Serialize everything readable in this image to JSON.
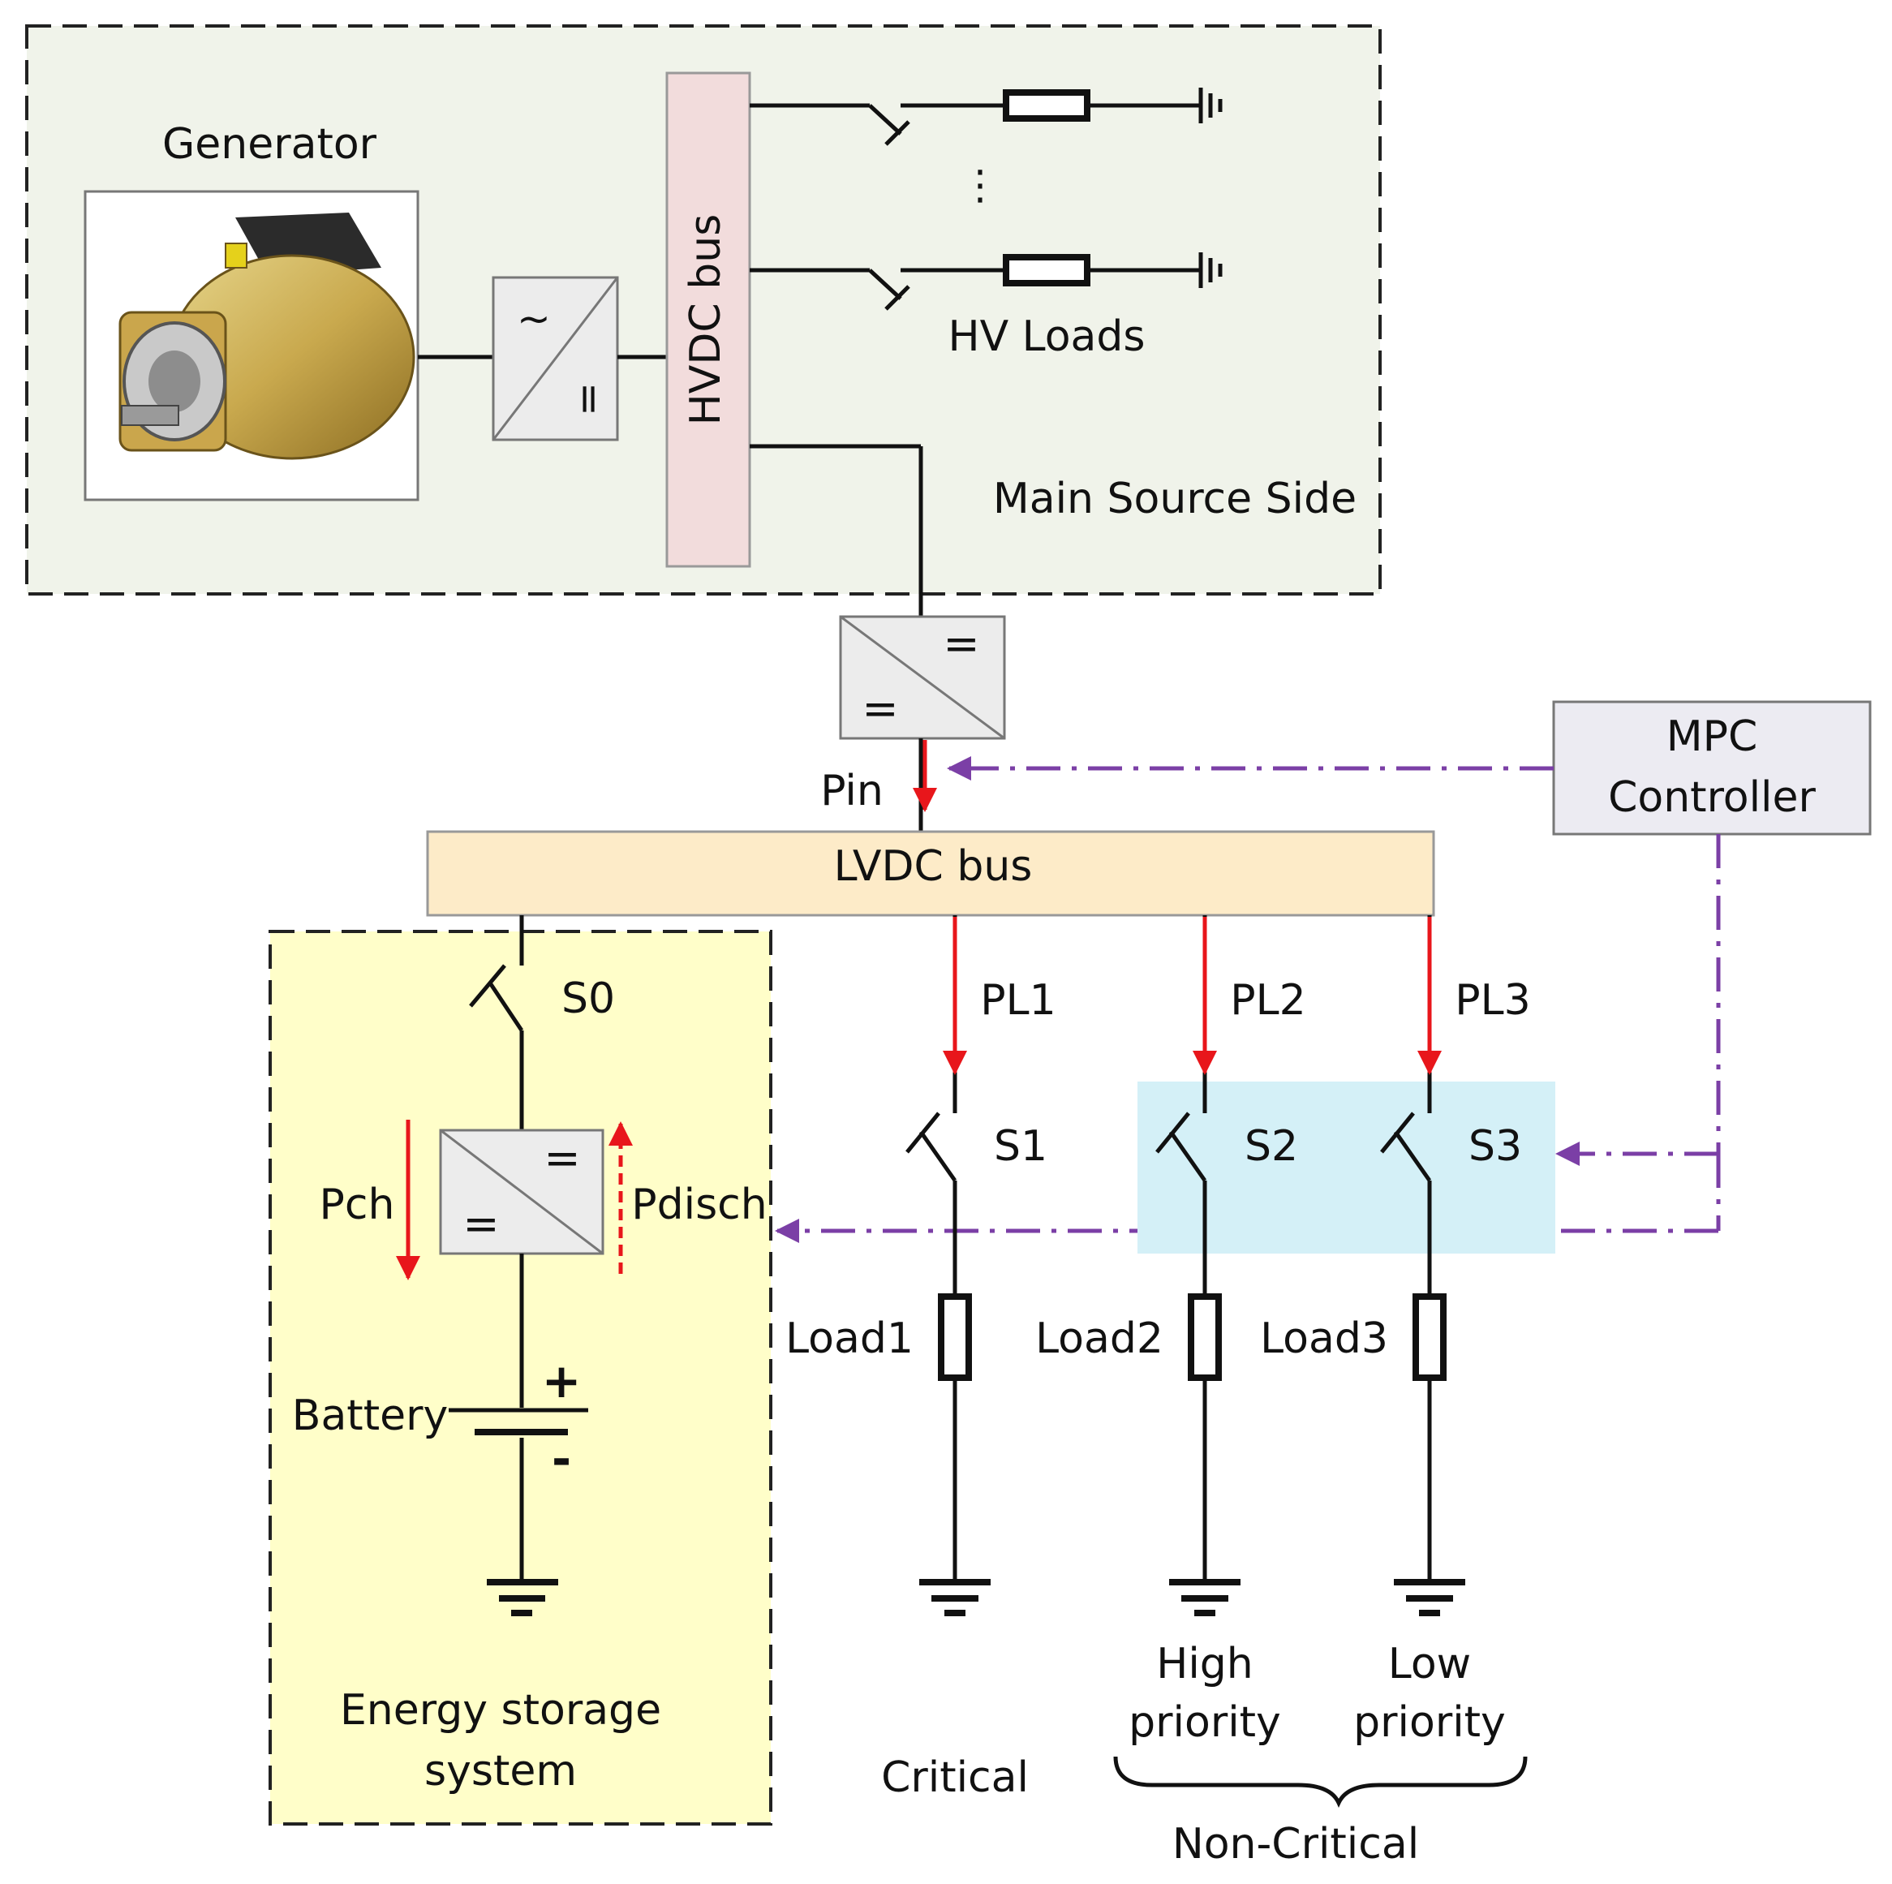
{
  "colors": {
    "main_source_bg": "#f0f3ea",
    "energy_storage_bg": "#fffec9",
    "hvdc_bus": "#f2dcdc",
    "lvdc_bus": "#fdebc8",
    "controlled_switch_zone": "#d4f0f7",
    "mpc_box": "#ecebf2",
    "power_flow_arrow": "#e8161b",
    "control_signal": "#7b3fa6"
  },
  "main_source": {
    "generator_label": "Generator",
    "hvdc_bus_label": "HVDC bus",
    "hv_loads_label": "HV Loads",
    "ellipsis": "⋮",
    "section_label": "Main Source Side",
    "rectifier_ac_symbol": "~",
    "rectifier_dc_symbol": "="
  },
  "dcdc_converter": {
    "in_symbol": "=",
    "out_symbol": "="
  },
  "pin_label": "Pin",
  "mpc": {
    "line1": "MPC",
    "line2": "Controller"
  },
  "lvdc_bus_label": "LVDC bus",
  "energy_storage": {
    "switch_label": "S0",
    "charge_label": "Pch",
    "discharge_label": "Pdisch",
    "converter_symbol_top": "=",
    "converter_symbol_bottom": "=",
    "battery_label": "Battery",
    "plus": "+",
    "minus": "-",
    "title_line1": "Energy storage",
    "title_line2": "system"
  },
  "branches": [
    {
      "power_label": "PL1",
      "switch_label": "S1",
      "load_label": "Load1"
    },
    {
      "power_label": "PL2",
      "switch_label": "S2",
      "load_label": "Load2"
    },
    {
      "power_label": "PL3",
      "switch_label": "S3",
      "load_label": "Load3"
    }
  ],
  "categories": {
    "critical": "Critical",
    "high_line1": "High",
    "high_line2": "priority",
    "low_line1": "Low",
    "low_line2": "priority",
    "non_critical": "Non-Critical"
  }
}
